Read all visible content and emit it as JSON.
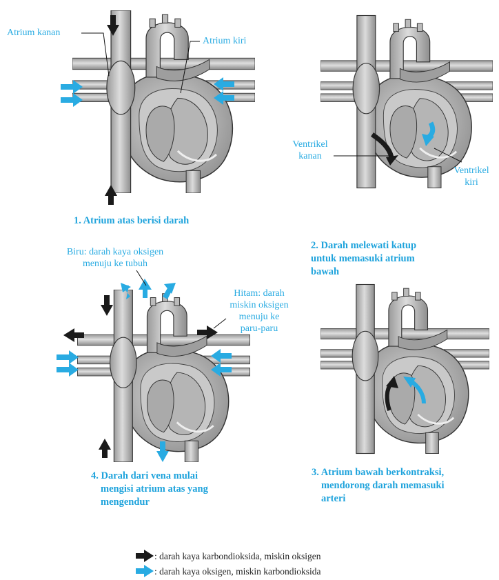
{
  "panel1": {
    "label_right_atrium": "Atrium kanan",
    "label_left_atrium": "Atrium kiri",
    "caption": "1. Atrium atas berisi darah"
  },
  "panel2": {
    "label_right_ventricle_1": "Ventrikel",
    "label_right_ventricle_2": "kanan",
    "label_left_ventricle_1": "Ventrikel",
    "label_left_ventricle_2": "kiri",
    "caption_1": "2. Darah melewati katup",
    "caption_2": "untuk memasuki atrium",
    "caption_3": "bawah"
  },
  "panel3": {
    "caption_1": "3. Atrium bawah berkontraksi,",
    "caption_2": "mendorong darah memasuki",
    "caption_3": "arteri"
  },
  "panel4": {
    "blue_note_1": "Biru: darah kaya oksigen",
    "blue_note_2": "menuju ke tubuh",
    "black_note_1": "Hitam: darah",
    "black_note_2": "miskin oksigen",
    "black_note_3": "menuju ke",
    "black_note_4": "paru-paru",
    "caption_1": "4. Darah dari vena mulai",
    "caption_2": "mengisi atrium atas yang",
    "caption_3": "mengendur"
  },
  "legend": {
    "black_arrow_text": ": darah kaya karbondioksida, miskin oksigen",
    "blue_arrow_text": ": darah kaya oksigen, miskin karbondioksida"
  },
  "colors": {
    "blue": "#29abe2",
    "black": "#1a1a1a"
  }
}
